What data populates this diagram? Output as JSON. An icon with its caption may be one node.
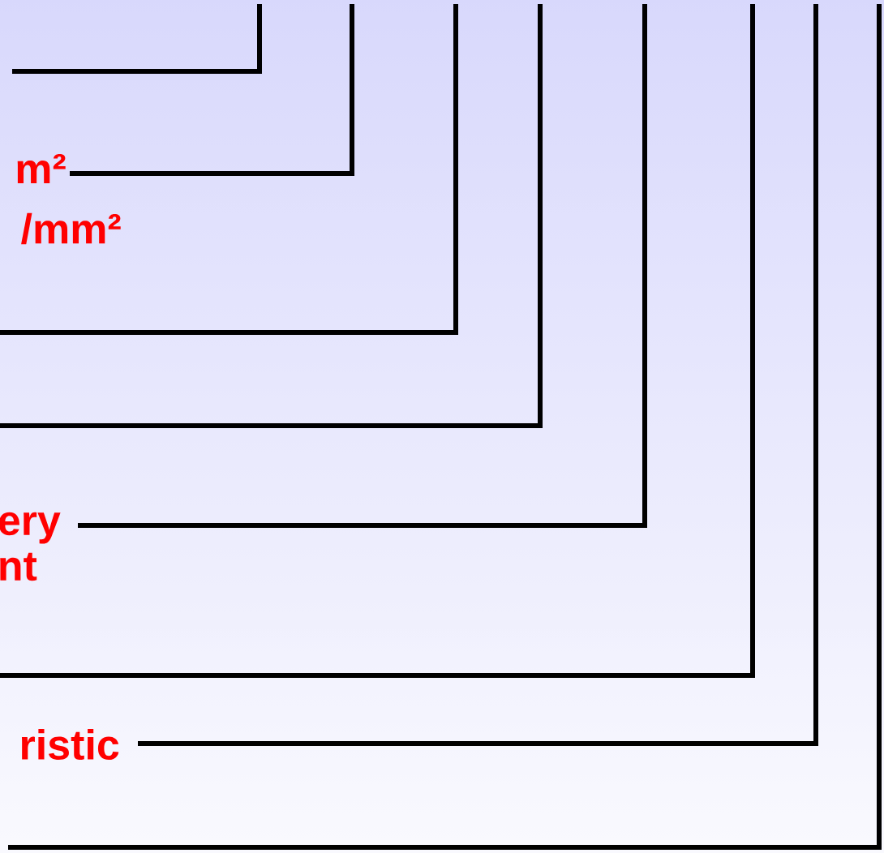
{
  "diagram": {
    "nodes": [
      {
        "text": [
          "m²"
        ]
      },
      {
        "text": [
          "ery nt"
        ]
      },
      {
        "text": [
          "ristic"
        ]
      }
    ],
    "edges": [
      {
        "from": 0,
        "to": null,
        "arrow": "none"
      },
      {
        "from": 1,
        "to": null,
        "arrow": "none"
      },
      {
        "from": 2,
        "to": null,
        "arrow": "none"
      }
    ],
    "labels": [
      "/mm²"
    ]
  }
}
